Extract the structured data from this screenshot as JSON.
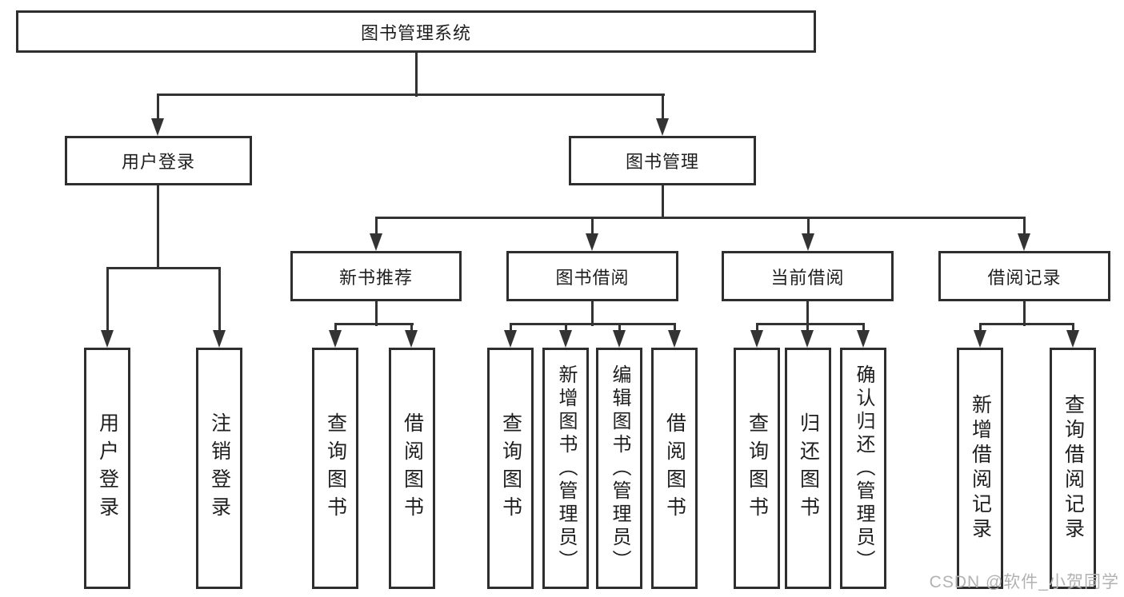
{
  "diagram": {
    "type": "tree",
    "title": "图书管理系统",
    "watermark": "CSDN @软件_小贺同学",
    "colors": {
      "background": "#ffffff",
      "box_fill": "#ffffff",
      "box_border": "#2e2e2e",
      "line": "#333333",
      "text": "#1e1e1e",
      "watermark": "#b2b2b2"
    },
    "root": {
      "label": "图书管理系统"
    },
    "level2": [
      {
        "label": "用户登录",
        "parent": "图书管理系统"
      },
      {
        "label": "图书管理",
        "parent": "图书管理系统"
      }
    ],
    "level3": [
      {
        "label": "新书推荐",
        "parent": "图书管理"
      },
      {
        "label": "图书借阅",
        "parent": "图书管理"
      },
      {
        "label": "当前借阅",
        "parent": "图书管理"
      },
      {
        "label": "借阅记录",
        "parent": "图书管理"
      }
    ],
    "leaves": [
      {
        "label": "用户登录",
        "parent": "用户登录"
      },
      {
        "label": "注销登录",
        "parent": "用户登录"
      },
      {
        "label": "查询图书",
        "parent": "新书推荐"
      },
      {
        "label": "借阅图书",
        "parent": "新书推荐"
      },
      {
        "label": "查询图书",
        "parent": "图书借阅"
      },
      {
        "label": "新增图书（管理员）",
        "parent": "图书借阅"
      },
      {
        "label": "编辑图书（管理员）",
        "parent": "图书借阅"
      },
      {
        "label": "借阅图书",
        "parent": "图书借阅"
      },
      {
        "label": "查询图书",
        "parent": "当前借阅"
      },
      {
        "label": "归还图书",
        "parent": "当前借阅"
      },
      {
        "label": "确认归还（管理员）",
        "parent": "当前借阅"
      },
      {
        "label": "新增借阅记录",
        "parent": "借阅记录"
      },
      {
        "label": "查询借阅记录",
        "parent": "借阅记录"
      }
    ]
  }
}
